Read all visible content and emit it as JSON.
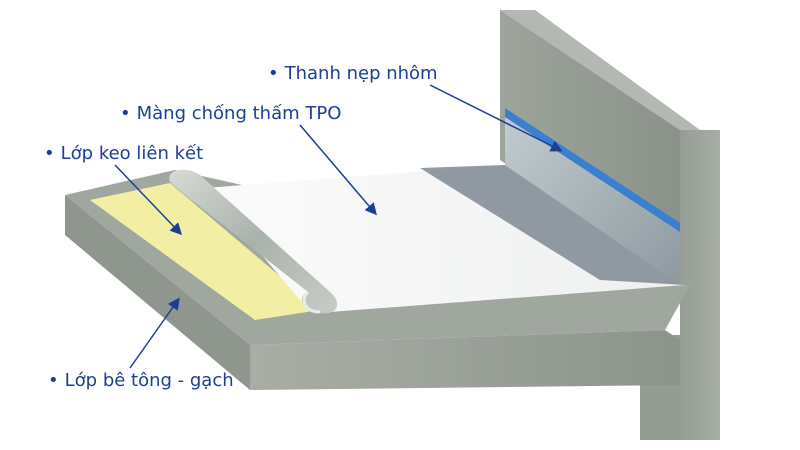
{
  "labels": {
    "aluminum_strip": "Thanh nẹp nhôm",
    "tpo_membrane": "Màng chống thấm TPO",
    "adhesive_layer": "Lớp keo liên kết",
    "concrete_layer": "Lớp bê tông - gạch"
  },
  "bullet": "•",
  "colors": {
    "label_text": "#1c3f94",
    "leader_line": "#1c3f94",
    "concrete": "#9aa19a",
    "concrete_dark": "#7d857e",
    "adhesive": "#f3f0a6",
    "membrane": "#f4f4f4",
    "membrane_shadow": "#c9d0cc",
    "aluminum_strip": "#3a7fd0",
    "wall_flashing": "#a9b4b8"
  }
}
